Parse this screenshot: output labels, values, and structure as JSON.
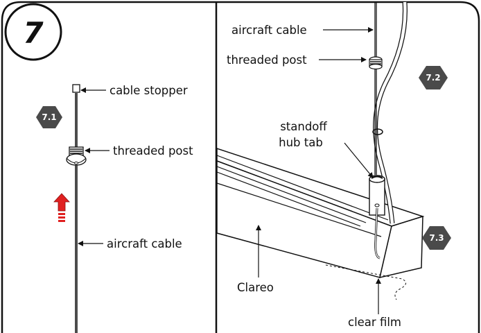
{
  "step_number": "7",
  "badges": {
    "b71": "7.1",
    "b72": "7.2",
    "b73": "7.3"
  },
  "left_panel": {
    "cable_stopper": "cable stopper",
    "threaded_post": "threaded post",
    "aircraft_cable": "aircraft cable"
  },
  "right_panel": {
    "aircraft_cable": "aircraft cable",
    "threaded_post": "threaded post",
    "standoff_line1": "standoff",
    "standoff_line2": "hub tab",
    "clareo": "Clareo",
    "clear_film": "clear film"
  },
  "colors": {
    "badge": "#4a4a4a",
    "arrow": "#e02020",
    "frame": "#111111"
  },
  "icons": [
    "up-arrow-icon"
  ]
}
